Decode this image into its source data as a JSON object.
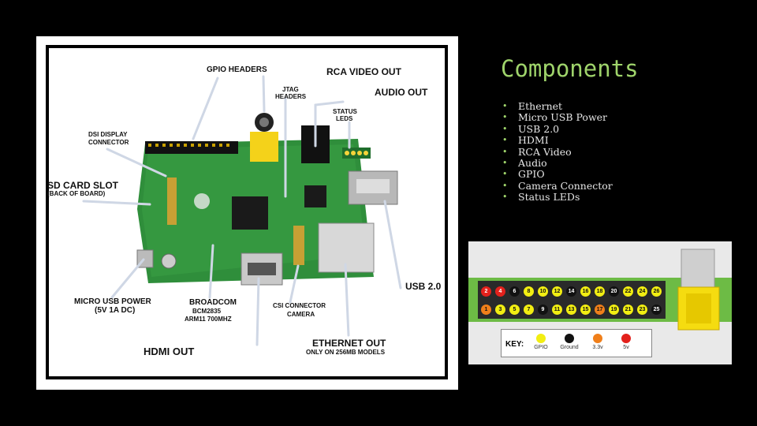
{
  "slide": {
    "title": "Components",
    "bullets": [
      "Ethernet",
      "Micro USB Power",
      "USB 2.0",
      "HDMI",
      "RCA Video",
      "Audio",
      "GPIO",
      "Camera Connector",
      "Status LEDs"
    ]
  },
  "board_diagram": {
    "labels": {
      "gpio_headers": "GPIO HEADERS",
      "rca_video_out": "RCA VIDEO OUT",
      "jtag_headers_1": "JTAG",
      "jtag_headers_2": "HEADERS",
      "audio_out": "AUDIO OUT",
      "status_leds_1": "STATUS",
      "status_leds_2": "LEDS",
      "dsi_display_1": "DSI DISPLAY",
      "dsi_display_2": "CONNECTOR",
      "sd_card_slot_1": "SD CARD SLOT",
      "sd_card_slot_2": "(BACK OF BOARD)",
      "usb": "USB 2.0",
      "micro_usb_1": "MICRO USB POWER",
      "micro_usb_2": "(5V 1A DC)",
      "broadcom_1": "BROADCOM",
      "broadcom_2": "BCM2835",
      "broadcom_3": "ARM11 700MHZ",
      "csi_1": "CSI CONNECTOR",
      "csi_2": "CAMERA",
      "hdmi_out": "HDMI OUT",
      "ethernet_out_1": "ETHERNET OUT",
      "ethernet_out_2": "ONLY ON 256MB MODELS"
    }
  },
  "gpio_diagram": {
    "top_row": [
      "2",
      "4",
      "6",
      "8",
      "10",
      "12",
      "14",
      "16",
      "18",
      "20",
      "22",
      "24",
      "26"
    ],
    "bottom_row": [
      "1",
      "3",
      "5",
      "7",
      "9",
      "11",
      "13",
      "15",
      "17",
      "19",
      "21",
      "23",
      "25"
    ],
    "top_colors": [
      "red",
      "red",
      "black",
      "yellow",
      "yellow",
      "yellow",
      "black",
      "yellow",
      "yellow",
      "black",
      "yellow",
      "yellow",
      "yellow"
    ],
    "bottom_colors": [
      "orange",
      "yellow",
      "yellow",
      "yellow",
      "black",
      "yellow",
      "yellow",
      "yellow",
      "orange",
      "yellow",
      "yellow",
      "yellow",
      "black"
    ],
    "key": {
      "title": "KEY:",
      "items": [
        {
          "label": "GPIO",
          "color": "#f2ee12"
        },
        {
          "label": "Ground",
          "color": "#111111"
        },
        {
          "label": "3.3v",
          "color": "#f07f1a"
        },
        {
          "label": "5v",
          "color": "#e3211c"
        }
      ]
    },
    "colors": {
      "red": "#e3211c",
      "orange": "#f07f1a",
      "yellow": "#f2ee12",
      "black": "#111111",
      "board": "#6dbb45"
    }
  }
}
